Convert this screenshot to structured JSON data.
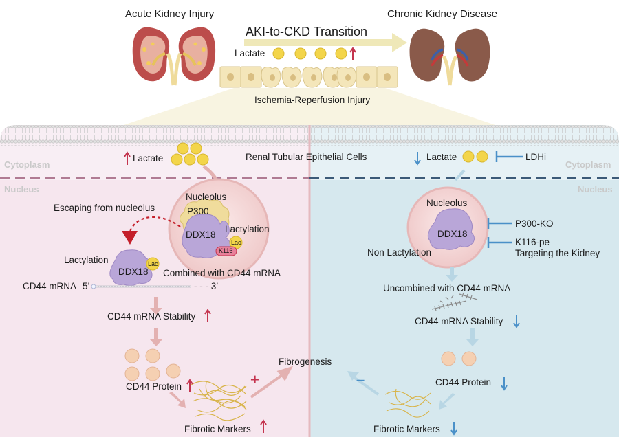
{
  "header": {
    "left_title": "Acute Kidney Injury",
    "right_title": "Chronic Kidney Disease",
    "transition": "AKI-to-CKD Transition",
    "lactate": "Lactate",
    "injury": "Ischemia-Reperfusion Injury"
  },
  "center": {
    "cell_type": "Renal Tubular Epithelial Cells"
  },
  "left_panel": {
    "cytoplasm": "Cytoplasm",
    "nucleus": "Nucleus",
    "lactate": "Lactate",
    "nucleolus": "Nucleolus",
    "p300": "P300",
    "lactylation_inner": "Lactylation",
    "ddx18_inner": "DDX18",
    "lac_badge": "Lac",
    "k116": "K116",
    "escaping": "Escaping from nucleolus",
    "lactylation_outer": "Lactylation",
    "ddx18_outer": "DDX18",
    "lac_badge_outer": "Lac",
    "combined": "Combined with CD44 mRNA",
    "mrna_label": "CD44 mRNA",
    "five_prime": "5’",
    "three_prime": "- - - 3’",
    "stability": "CD44 mRNA Stability",
    "protein": "CD44 Protein",
    "fibrotic": "Fibrotic Markers",
    "plus": "+"
  },
  "fibrogenesis": "Fibrogenesis",
  "right_panel": {
    "cytoplasm": "Cytoplasm",
    "nucleus": "Nucleus",
    "lactate": "Lactate",
    "ldhi": "LDHi",
    "nucleolus": "Nucleolus",
    "ddx18": "DDX18",
    "p300ko": "P300-KO",
    "k116pe": "K116-pe",
    "targeting": "Targeting the Kidney",
    "non_lactylation": "Non Lactylation",
    "uncombined": "Uncombined with CD44 mRNA",
    "stability": "CD44 mRNA Stability",
    "protein": "CD44 Protein",
    "fibrotic": "Fibrotic Markers",
    "minus": "–"
  },
  "colors": {
    "left_bg": "#f8eef4",
    "right_bg": "#dcecf1",
    "up_arrow": "#c4344e",
    "down_arrow": "#4a90c8",
    "lactate_ball": "#f3d54a",
    "ddx18": "#b9a6d8",
    "p300": "#f0dc9c",
    "nucleolus": "#f6d7d7",
    "left_flow_arrow": "#e3b1b1",
    "right_flow_arrow": "#b8d6e4",
    "inhibitor": "#4a90c8"
  }
}
